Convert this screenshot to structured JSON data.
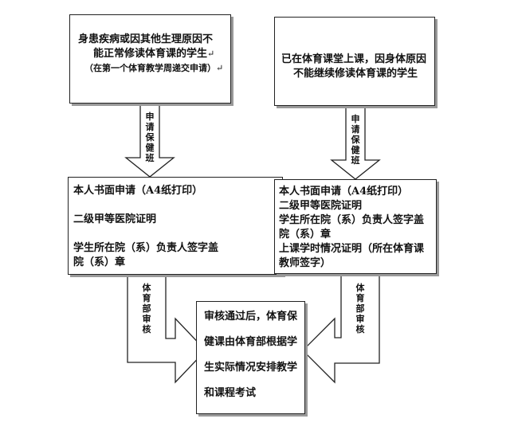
{
  "box_top_left": {
    "line1": "身患疾病或因其他生理原因不",
    "line2": "能正常修读体育课的学生",
    "line2_mark": "↵",
    "line3": "（在第一个体育教学周递交申请）",
    "line3_mark": "↵"
  },
  "box_top_right": {
    "line1": "已在体育课堂上课，因身体原因",
    "line2": "不能继续修读体育课的学生"
  },
  "arrow_left_label": "申请保健班",
  "arrow_right_label": "申请保健班",
  "box_mid_left": {
    "line1": "本人书面申请（A4纸打印）",
    "line2": "二级甲等医院证明",
    "line3": "学生所在院（系）负责人签字盖",
    "line4": "院（系）章"
  },
  "box_mid_right": {
    "line1": "本人书面申请（A4纸打印）",
    "line2": "二级甲等医院证明",
    "line3": "学生所在院（系）负责人签字盖",
    "line4": "院（系）章",
    "line5": "上课学时情况证明（所在体育课",
    "line6": "教师签字）"
  },
  "review_left_label": "体育部审核",
  "review_right_label": "体育部审核",
  "box_bottom": {
    "line1": "审核通过后，体育保",
    "line2": "健课由体育部根据学",
    "line3": "生实际情况安排教学",
    "line4": "和课程考试"
  }
}
